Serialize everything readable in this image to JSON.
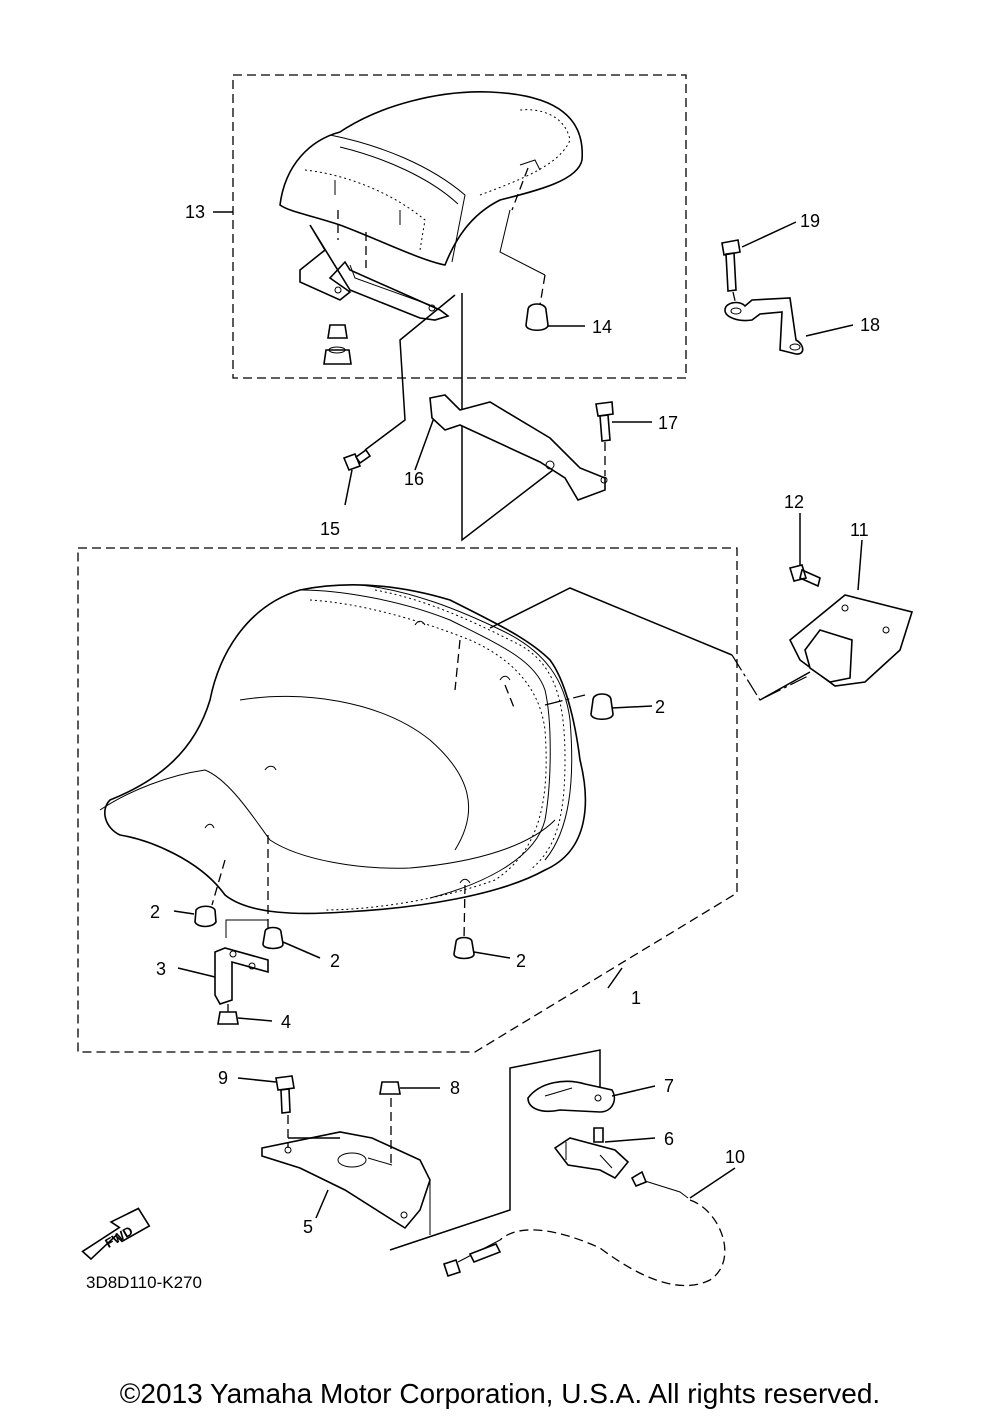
{
  "diagram": {
    "callouts": [
      "1",
      "2",
      "3",
      "4",
      "5",
      "6",
      "7",
      "8",
      "9",
      "10",
      "11",
      "12",
      "13",
      "14",
      "15",
      "16",
      "17",
      "18",
      "19"
    ],
    "direction_badge": "FWD",
    "drawing_code": "3D8D110-K270"
  },
  "footer": {
    "copyright": "©2013 Yamaha Motor Corporation, U.S.A. All rights reserved."
  }
}
